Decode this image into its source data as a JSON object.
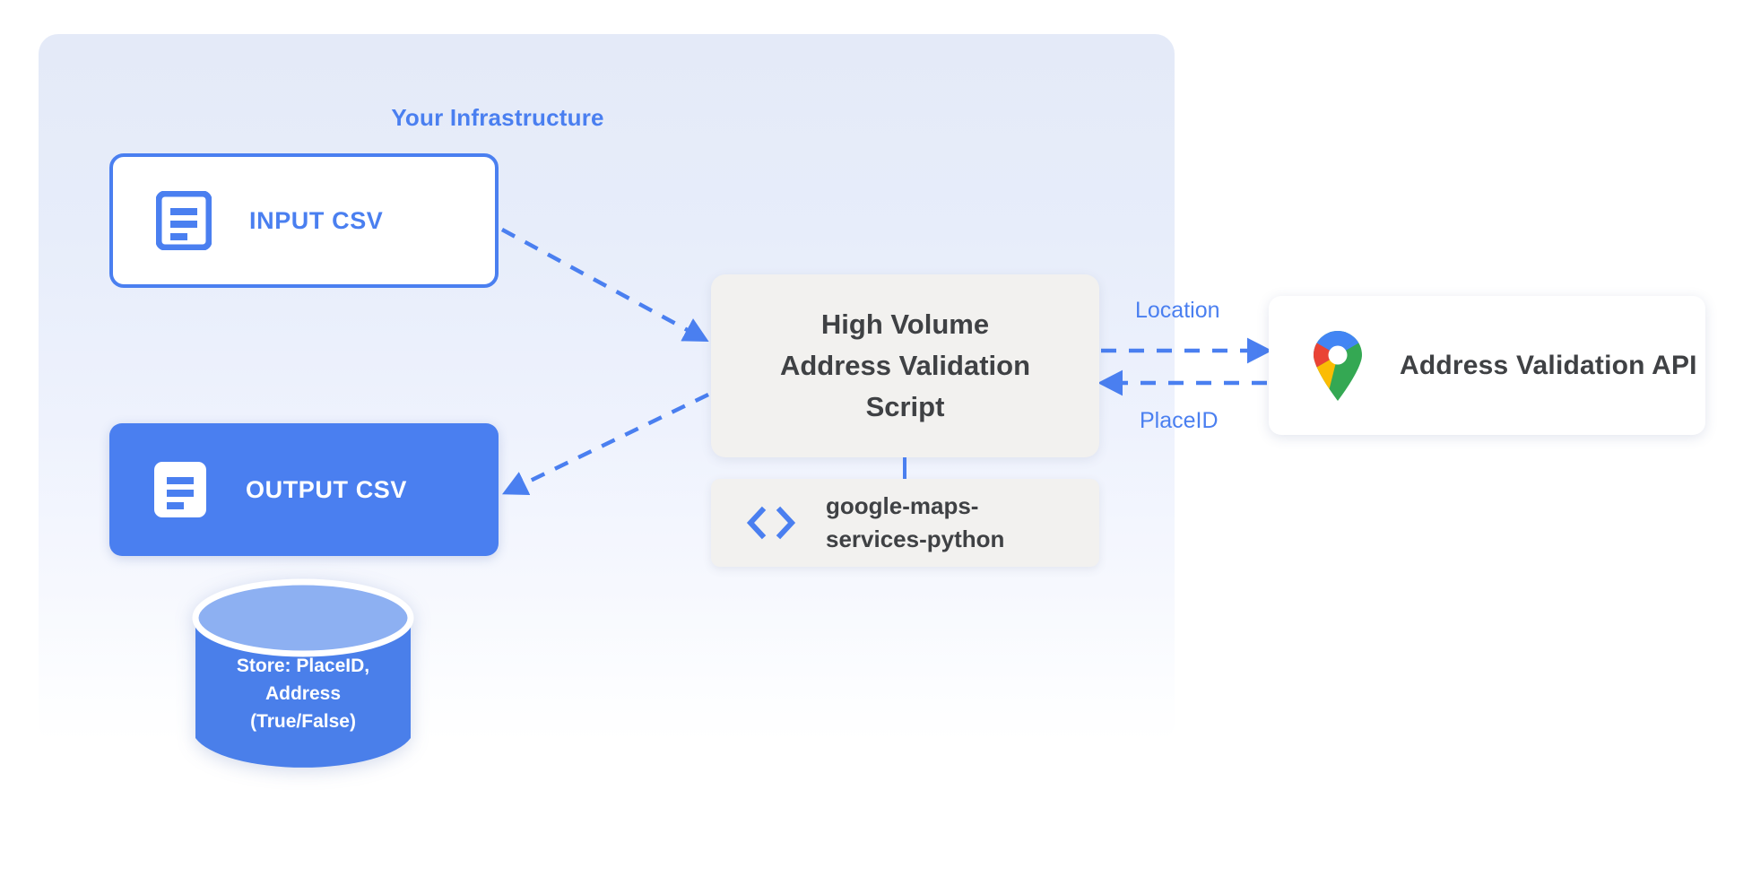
{
  "panel": {
    "title": "Your Infrastructure",
    "accent_color": "#4a7ff0",
    "background_top": "#e4eaf8",
    "background_bottom": "#ffffff"
  },
  "nodes": {
    "input_csv": {
      "label": "INPUT CSV",
      "icon": "document-icon",
      "fill": "#ffffff",
      "border_color": "#4a7ff0",
      "text_color": "#4a7ff0"
    },
    "output_csv": {
      "label": "OUTPUT CSV",
      "icon": "document-icon",
      "fill": "#4a7ff0",
      "text_color": "#ffffff"
    },
    "database": {
      "line1": "Store: PlaceID,",
      "line2": "Address",
      "line3": "(True/False)",
      "body_color": "#4a7fea",
      "top_color": "#8db0f2",
      "text_color": "#ffffff"
    },
    "script": {
      "line1": "High Volume",
      "line2": "Address Validation",
      "line3": "Script",
      "fill": "#f2f1ef",
      "text_color": "#3f4144"
    },
    "library": {
      "line1": "google-maps-",
      "line2": "services-python",
      "icon": "code-brackets-icon",
      "icon_color": "#4a7ff0",
      "fill": "#f2f1ef",
      "text_color": "#3f4144"
    },
    "api": {
      "label": "Address Validation API",
      "icon": "google-maps-pin-icon",
      "fill": "#ffffff",
      "text_color": "#3f4144"
    }
  },
  "edges": [
    {
      "id": "input-to-script",
      "label": "",
      "style": "dashed",
      "color": "#4a7ff0",
      "direction": "input_csv -> script"
    },
    {
      "id": "script-to-output",
      "label": "",
      "style": "dashed",
      "color": "#4a7ff0",
      "direction": "script -> output_csv"
    },
    {
      "id": "script-to-api",
      "label": "Location",
      "style": "dashed",
      "color": "#4a7ff0",
      "direction": "script -> api"
    },
    {
      "id": "api-to-script",
      "label": "PlaceID",
      "style": "dashed",
      "color": "#4a7ff0",
      "direction": "api -> script"
    },
    {
      "id": "script-to-library",
      "label": "",
      "style": "solid",
      "color": "#4a7ff0",
      "direction": "script -> library"
    }
  ]
}
